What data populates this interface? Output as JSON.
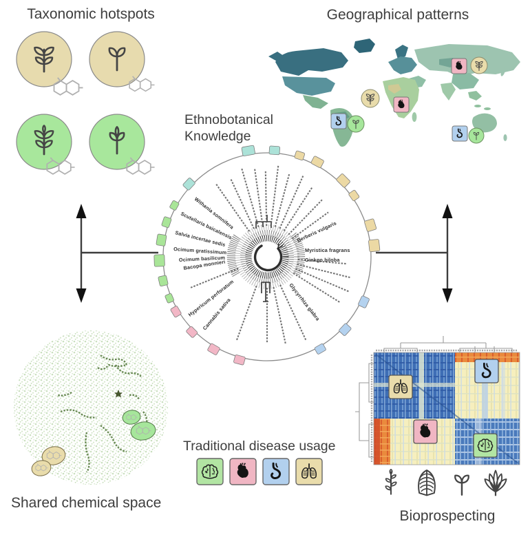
{
  "titles": {
    "taxonomic": "Taxonomic hotspots",
    "geographical": "Geographical patterns",
    "center_line1": "Ethnobotanical",
    "center_line2": "Knowledge",
    "chemical": "Shared chemical space",
    "disease_legend": "Traditional disease usage",
    "bioprospecting": "Bioprospecting"
  },
  "tree": {
    "species": [
      {
        "label": "Withania somnifera"
      },
      {
        "label": "Scutellaria baicalensis"
      },
      {
        "label": "Salvia incertae sedis"
      },
      {
        "label": "Ocimum gratissimum"
      },
      {
        "label": "Ocimum basilicum"
      },
      {
        "label": "Bacopa monnieri"
      },
      {
        "label": "Hypericum perforatum"
      },
      {
        "label": "Cannabis sativa"
      },
      {
        "label": "Glycyrrhiza glabra"
      },
      {
        "label": "Berberis vulgaris"
      },
      {
        "label": "Myristica fragrans"
      },
      {
        "label": "Ginkgo biloba"
      }
    ],
    "tick_colors": {
      "teal": "#ace2d8",
      "tan": "#ecd9a4",
      "green": "#a9e598",
      "pink": "#f2b7c6",
      "blue": "#b4d2ef"
    }
  },
  "disease_categories": [
    {
      "name": "brain",
      "icon": "brain-icon",
      "color": "#b2e5a3"
    },
    {
      "name": "heart",
      "icon": "heart-icon",
      "color": "#f0b6c3"
    },
    {
      "name": "stomach",
      "icon": "stomach-icon",
      "color": "#b2d0ee"
    },
    {
      "name": "lungs",
      "icon": "lungs-icon",
      "color": "#e9dcab"
    }
  ],
  "taxonomic_panel": {
    "circle_colors": [
      "#e7dbae",
      "#e7dbae",
      "#a8e79c",
      "#a8e79c"
    ],
    "plant_icons": [
      "four-leaf-plant-icon",
      "two-leaf-sprout-icon",
      "five-leaf-plant-icon",
      "three-leaf-sprout-icon"
    ],
    "molecule_icon": "fused-ring-molecule-icon"
  },
  "map": {
    "region_colors": {
      "greenland": "#2e6577",
      "canada": "#396f80",
      "usa": "#59929c",
      "central_america": "#7fb292",
      "south_america": "#86b795",
      "europe": "#579099",
      "scandinavia": "#3a7383",
      "africa": "#a9cf9e",
      "middle_east": "#8fbfa6",
      "asia": "#9dc4b0",
      "china": "#8abba4",
      "india": "#9fc9a8",
      "australia": "#93bfa4"
    },
    "markers": [
      {
        "location": "siberia",
        "badges": [
          "heart-badge",
          "plant-badge-tan"
        ]
      },
      {
        "location": "north-africa",
        "badges": [
          "plant-badge-tan",
          "heart-badge"
        ]
      },
      {
        "location": "south-america",
        "badges": [
          "stomach-badge",
          "plant-badge-green"
        ]
      },
      {
        "location": "australia",
        "badges": [
          "stomach-badge",
          "plant-badge-green"
        ]
      }
    ]
  },
  "chemical_space": {
    "dot_color": "#cadfbf",
    "cluster_color": "#587c41",
    "star_color": "#47572e",
    "badge_colors": {
      "tan": "#e9dcab",
      "green": "#a6e69b"
    }
  },
  "heatmap": {
    "palette": {
      "high_similarity": "#3e6eb5",
      "mid": "#f6efbe",
      "low": "#ea8a3d",
      "lowest": "#d14a28"
    },
    "quadrant_badges": [
      "lungs",
      "stomach",
      "heart",
      "brain"
    ],
    "axis_plant_icons": [
      "leafy-sprig-icon",
      "fern-frond-icon",
      "two-leaf-sprout-icon",
      "palmate-leaf-icon"
    ]
  },
  "connectors": {
    "left": "bidirectional-vertical-arrow",
    "right": "bidirectional-vertical-arrow"
  }
}
